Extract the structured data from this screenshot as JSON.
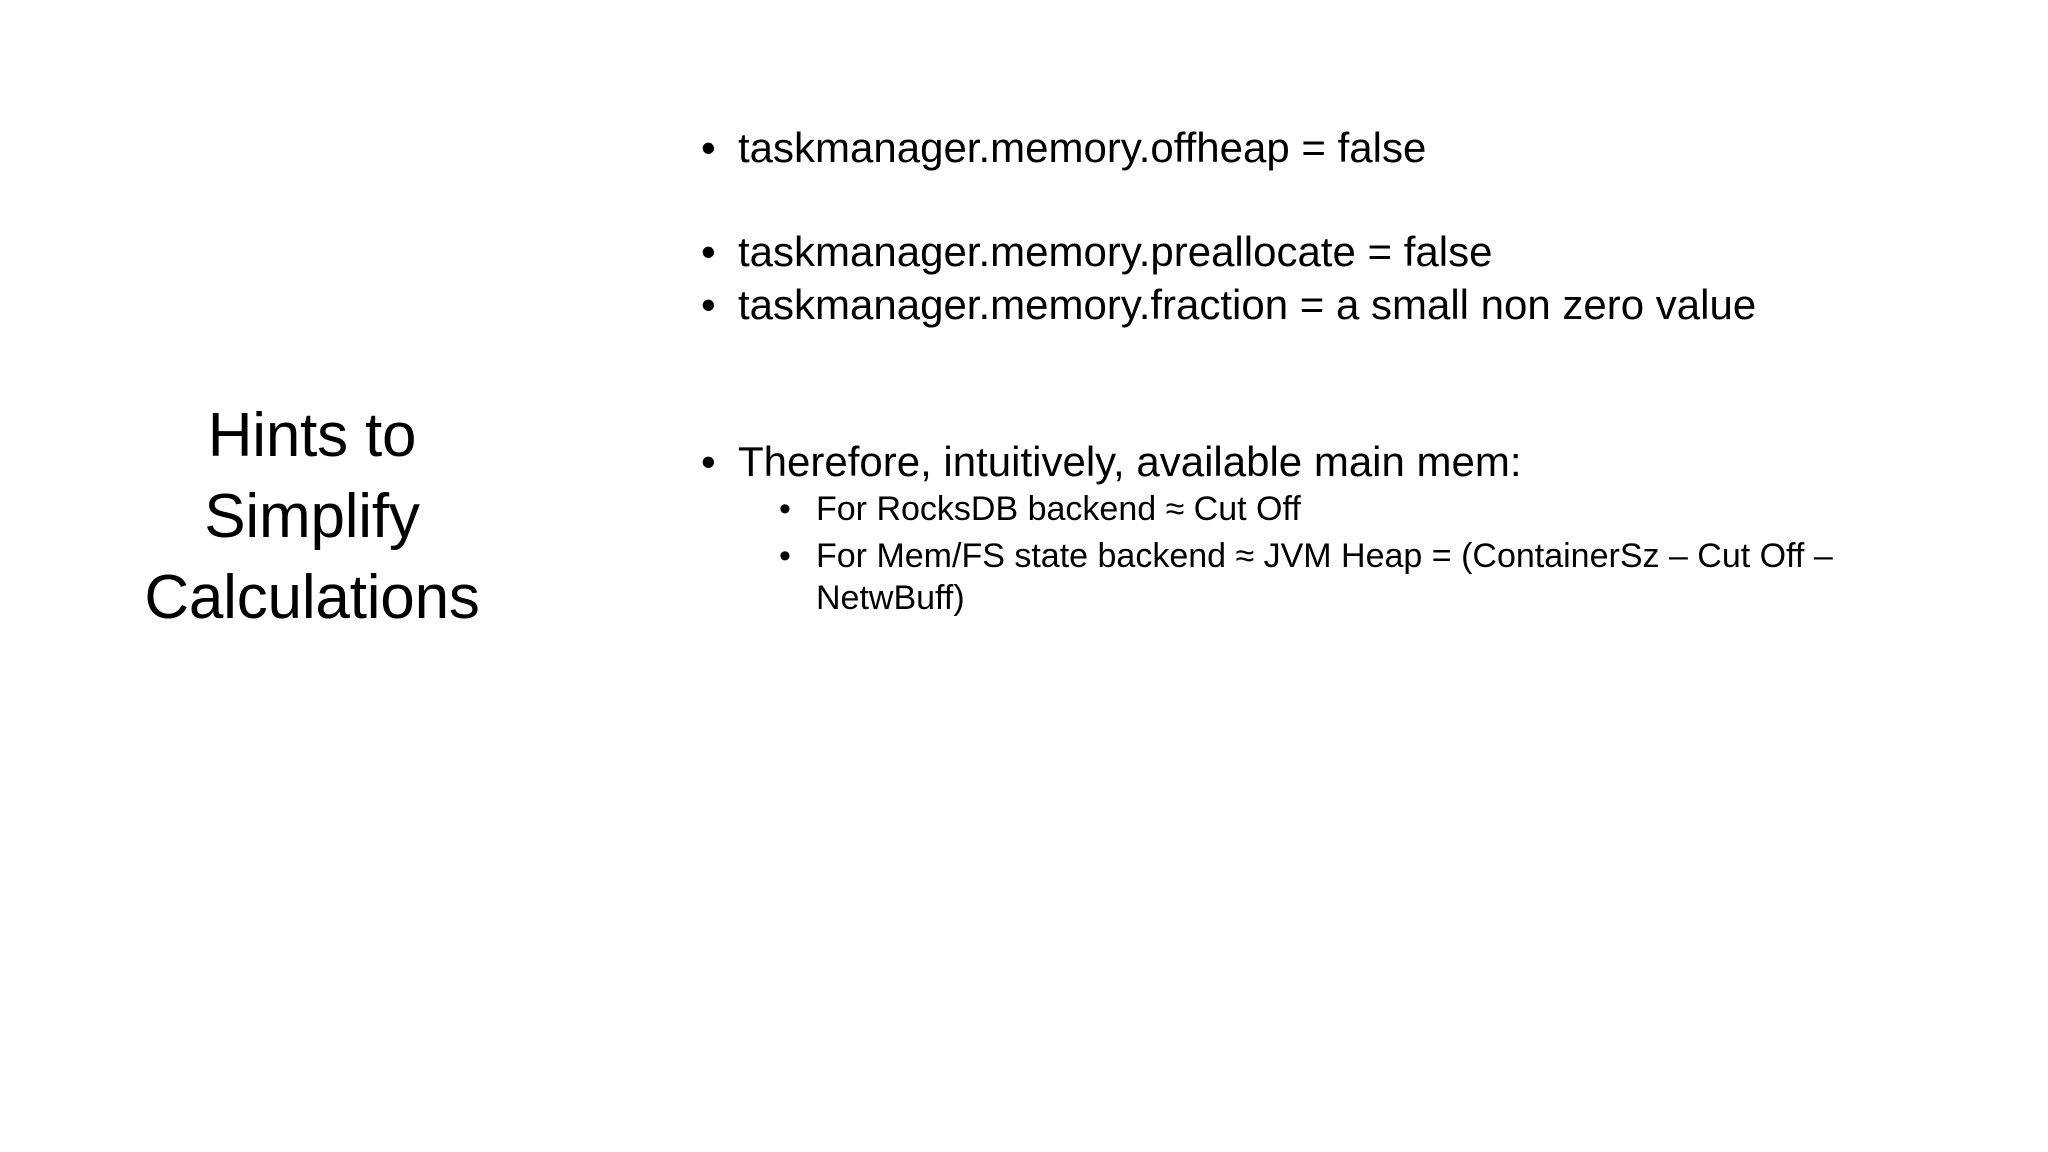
{
  "slide": {
    "background_color": "#ffffff",
    "text_color": "#000000",
    "title": {
      "lines": [
        "Hints to",
        "Simplify",
        "Calculations"
      ]
    },
    "body": {
      "bullet_glyph": "•",
      "blocks": [
        {
          "type": "bullet",
          "level": 1,
          "text": "taskmanager.memory.offheap = false"
        },
        {
          "type": "spacer",
          "level": 1,
          "text": ""
        },
        {
          "type": "bullet",
          "level": 1,
          "text": "taskmanager.memory.preallocate = false"
        },
        {
          "type": "bullet",
          "level": 1,
          "text": "taskmanager.memory.fraction = a small non zero value"
        },
        {
          "type": "spacer",
          "level": 1,
          "text": ""
        },
        {
          "type": "spacer",
          "level": 1,
          "text": ""
        },
        {
          "type": "bullet",
          "level": 1,
          "text": "Therefore, intuitively, available main mem:"
        },
        {
          "type": "bullet",
          "level": 2,
          "text": "For RocksDB backend ≈ Cut Off"
        },
        {
          "type": "bullet",
          "level": 2,
          "text": "For Mem/FS state backend ≈ JVM Heap = (ContainerSz – Cut Off – NetwBuff)"
        }
      ]
    }
  }
}
